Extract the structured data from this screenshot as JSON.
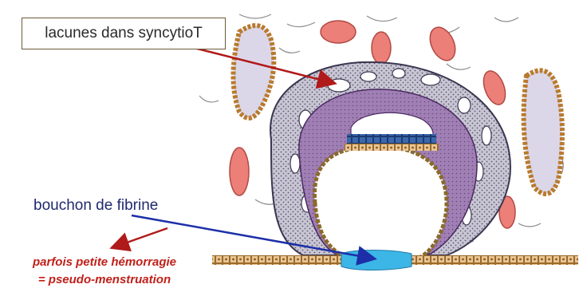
{
  "labels": {
    "lacunes": "lacunes dans syncytioT",
    "fibrine": "bouchon de fibrine",
    "hemorragie_line1": "parfois petite hémorragie",
    "hemorragie_line2": "= pseudo-menstruation"
  },
  "colors": {
    "arrow_red": "#b01a1a",
    "arrow_blue": "#1c2fa8",
    "text_red": "#c0201a",
    "text_blue": "#1f2a6e",
    "vessel_fill": "#ec7f78",
    "gland_border": "#b97a2e",
    "gland_fill": "#dcd7e8",
    "syncytio_fill": "#b7b3c6",
    "cyto_fill": "#9a7cb0",
    "embryo_blue": "#2f5ea3",
    "fibrine_plug": "#3cb6e6"
  }
}
